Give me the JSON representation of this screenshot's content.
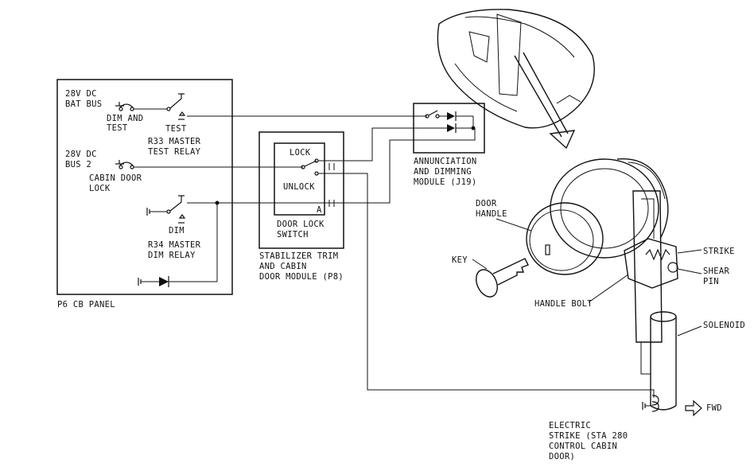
{
  "p6_panel": {
    "bat_bus": [
      "28V DC",
      "BAT BUS"
    ],
    "dim_test": [
      "DIM AND",
      "TEST"
    ],
    "test": "TEST",
    "r33": [
      "R33 MASTER",
      "TEST RELAY"
    ],
    "bus2": [
      "28V DC",
      "BUS 2"
    ],
    "cabin_door_lock": [
      "CABIN DOOR",
      "LOCK"
    ],
    "dim": "DIM",
    "r34": [
      "R34 MASTER",
      "DIM RELAY"
    ],
    "name": "P6 CB PANEL"
  },
  "p8_module": {
    "lock": "LOCK",
    "unlock": "UNLOCK",
    "terminal_a": "A",
    "door_lock_switch": [
      "DOOR LOCK",
      "SWITCH"
    ],
    "name": [
      "STABILIZER TRIM",
      "AND CABIN",
      "DOOR MODULE (P8)"
    ]
  },
  "j19_module": {
    "name": [
      "ANNUNCIATION",
      "AND DIMMING",
      "MODULE (J19)"
    ]
  },
  "door": {
    "door_handle": [
      "DOOR",
      "HANDLE"
    ],
    "key": "KEY",
    "handle_bolt": "HANDLE BOLT",
    "strike": "STRIKE",
    "shear_pin": [
      "SHEAR",
      "PIN"
    ],
    "solenoid": "SOLENOID",
    "fwd": "FWD",
    "electric_strike": [
      "ELECTRIC",
      "STRIKE (STA 280",
      "CONTROL CABIN",
      "DOOR)"
    ]
  }
}
